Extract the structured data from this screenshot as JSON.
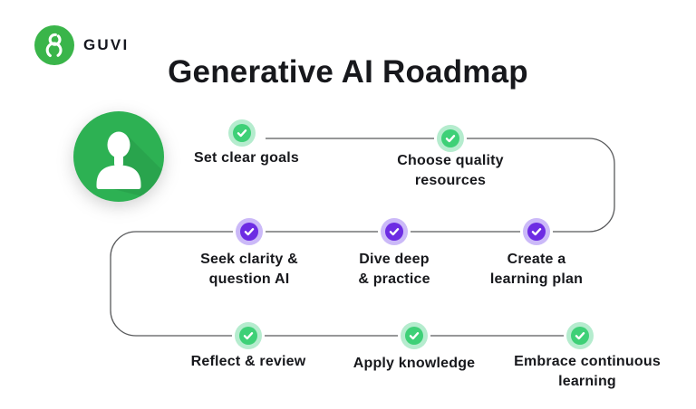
{
  "brand": {
    "name": "GUVI"
  },
  "title": "Generative AI Roadmap",
  "colors": {
    "ink": "#17181c",
    "line": "#58595b",
    "green": "#3ed077",
    "green_halo": "#b5ecce",
    "purple": "#6d2ce3",
    "purple_halo": "#cbb9f8",
    "avatar_green": "#2db153",
    "logo_green": "#3ab54a"
  },
  "steps": [
    {
      "label": "Set clear goals",
      "variant": "green"
    },
    {
      "label": "Choose quality\nresources",
      "variant": "green"
    },
    {
      "label": "Seek clarity &\nquestion AI",
      "variant": "purple"
    },
    {
      "label": "Dive deep\n& practice",
      "variant": "purple"
    },
    {
      "label": "Create a\nlearning plan",
      "variant": "purple"
    },
    {
      "label": "Reflect & review",
      "variant": "green"
    },
    {
      "label": "Apply knowledge",
      "variant": "green"
    },
    {
      "label": "Embrace continuous\nlearning",
      "variant": "green"
    }
  ]
}
